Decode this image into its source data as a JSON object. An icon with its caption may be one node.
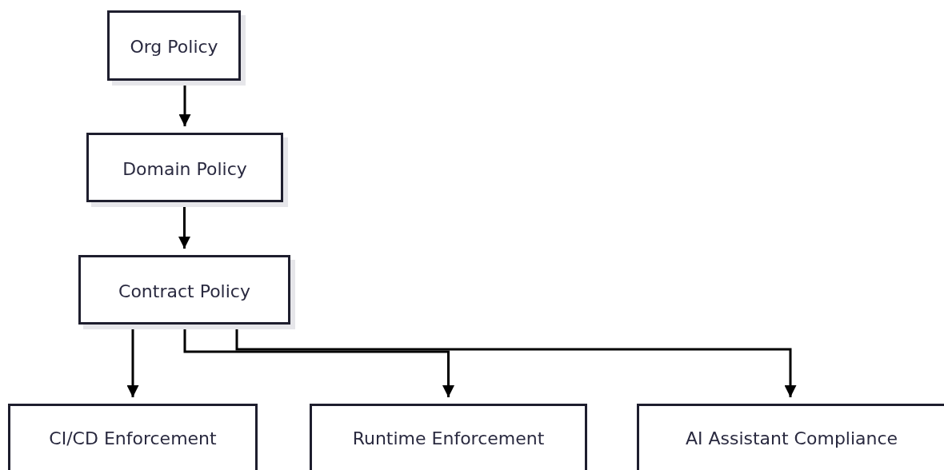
{
  "diagram": {
    "nodes": [
      {
        "text": [
          "Org Policy"
        ]
      },
      {
        "text": [
          "Domain Policy"
        ]
      },
      {
        "text": [
          "Contract Policy"
        ]
      },
      {
        "text": [
          "CI/CD Enforcement"
        ]
      },
      {
        "text": [
          "Runtime Enforcement"
        ]
      },
      {
        "text": [
          "AI Assistant Compliance"
        ]
      }
    ],
    "edges": [
      {
        "from": 0,
        "to": 1,
        "arrow": "to"
      },
      {
        "from": 1,
        "to": 2,
        "arrow": "to"
      },
      {
        "from": 2,
        "to": 3,
        "arrow": "to"
      },
      {
        "from": 2,
        "to": 4,
        "arrow": "to"
      },
      {
        "from": 2,
        "to": 5,
        "arrow": "to"
      }
    ]
  }
}
